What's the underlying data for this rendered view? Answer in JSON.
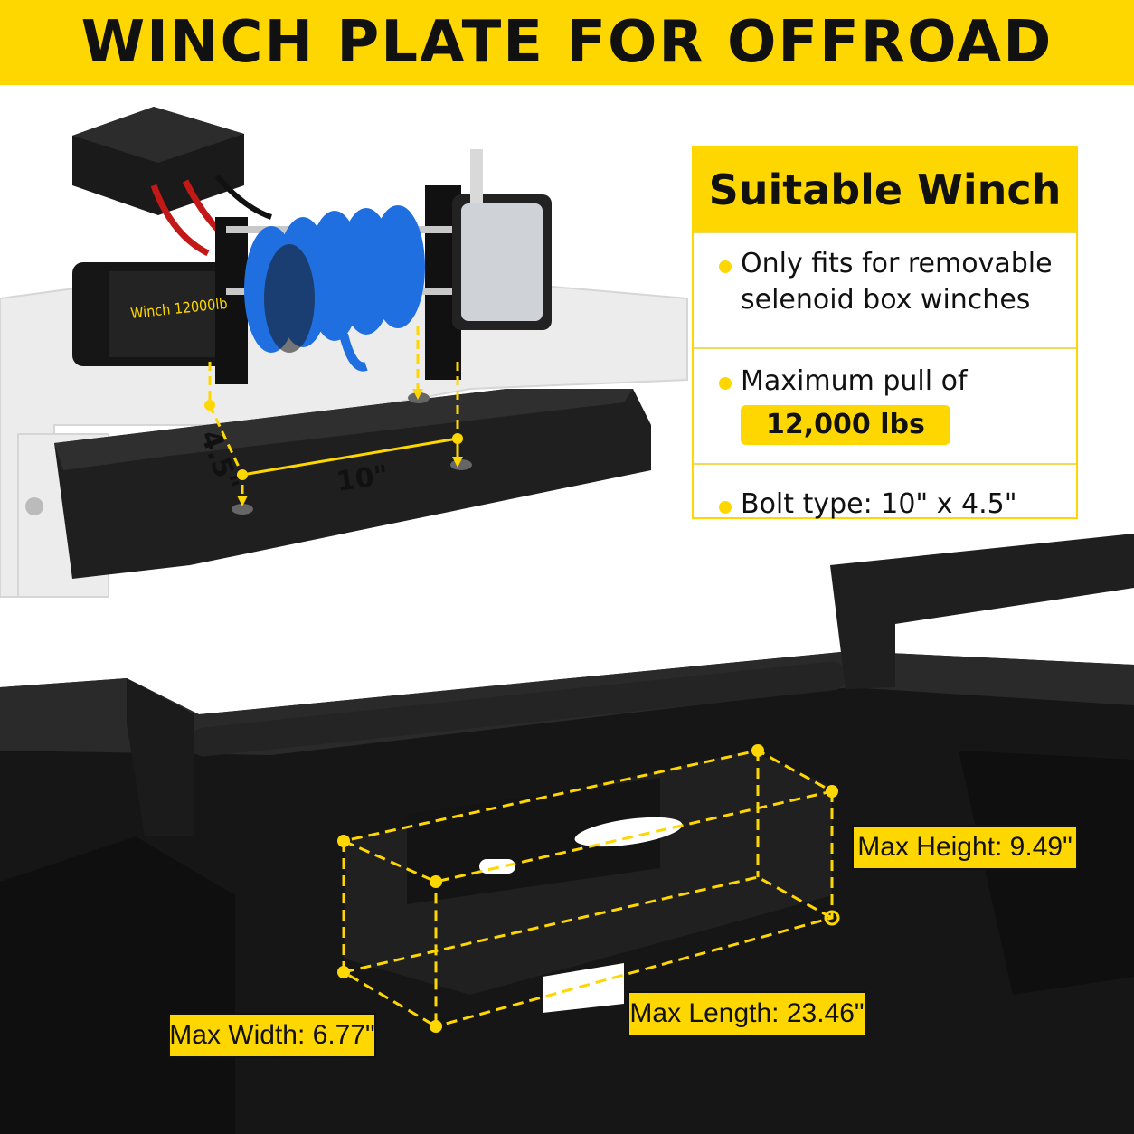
{
  "banner": {
    "title": "WINCH PLATE FOR OFFROAD"
  },
  "winch": {
    "label": "Winch 12000lb"
  },
  "mount_dims": {
    "depth": "4.5\"",
    "width": "10\""
  },
  "spec_card": {
    "title": "Suitable Winch",
    "items": [
      {
        "line1": "Only fits for removable",
        "line2": "selenoid box winches"
      },
      {
        "line1": "Maximum pull of",
        "highlight": "12,000 lbs"
      },
      {
        "line1": "Bolt type: 10\" x 4.5\""
      }
    ]
  },
  "callouts": {
    "max_height": "Max Height: 9.49\"",
    "max_length": "Max Length: 23.46\"",
    "max_width": "Max Width: 6.77\""
  },
  "colors": {
    "accent": "#fed700",
    "rope": "#1f6fe0",
    "metal": "#1c1c1c"
  }
}
